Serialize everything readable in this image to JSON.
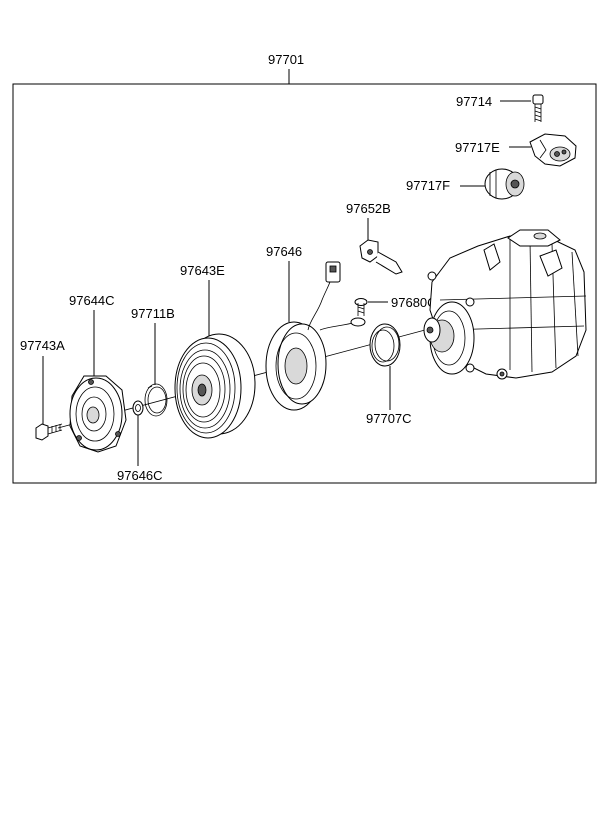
{
  "diagram": {
    "assembly_label": "97701",
    "parts": {
      "bolt_97714": "97714",
      "switch_97717E": "97717E",
      "valve_97717F": "97717F",
      "bracket_97652B": "97652B",
      "coil_97646": "97646",
      "screw_97680C": "97680C",
      "pulley_97643E": "97643E",
      "hub_97644C": "97644C",
      "snap_ring_97711B": "97711B",
      "bolt_97743A": "97743A",
      "shim_97707C": "97707C",
      "shim_97646C": "97646C"
    }
  }
}
